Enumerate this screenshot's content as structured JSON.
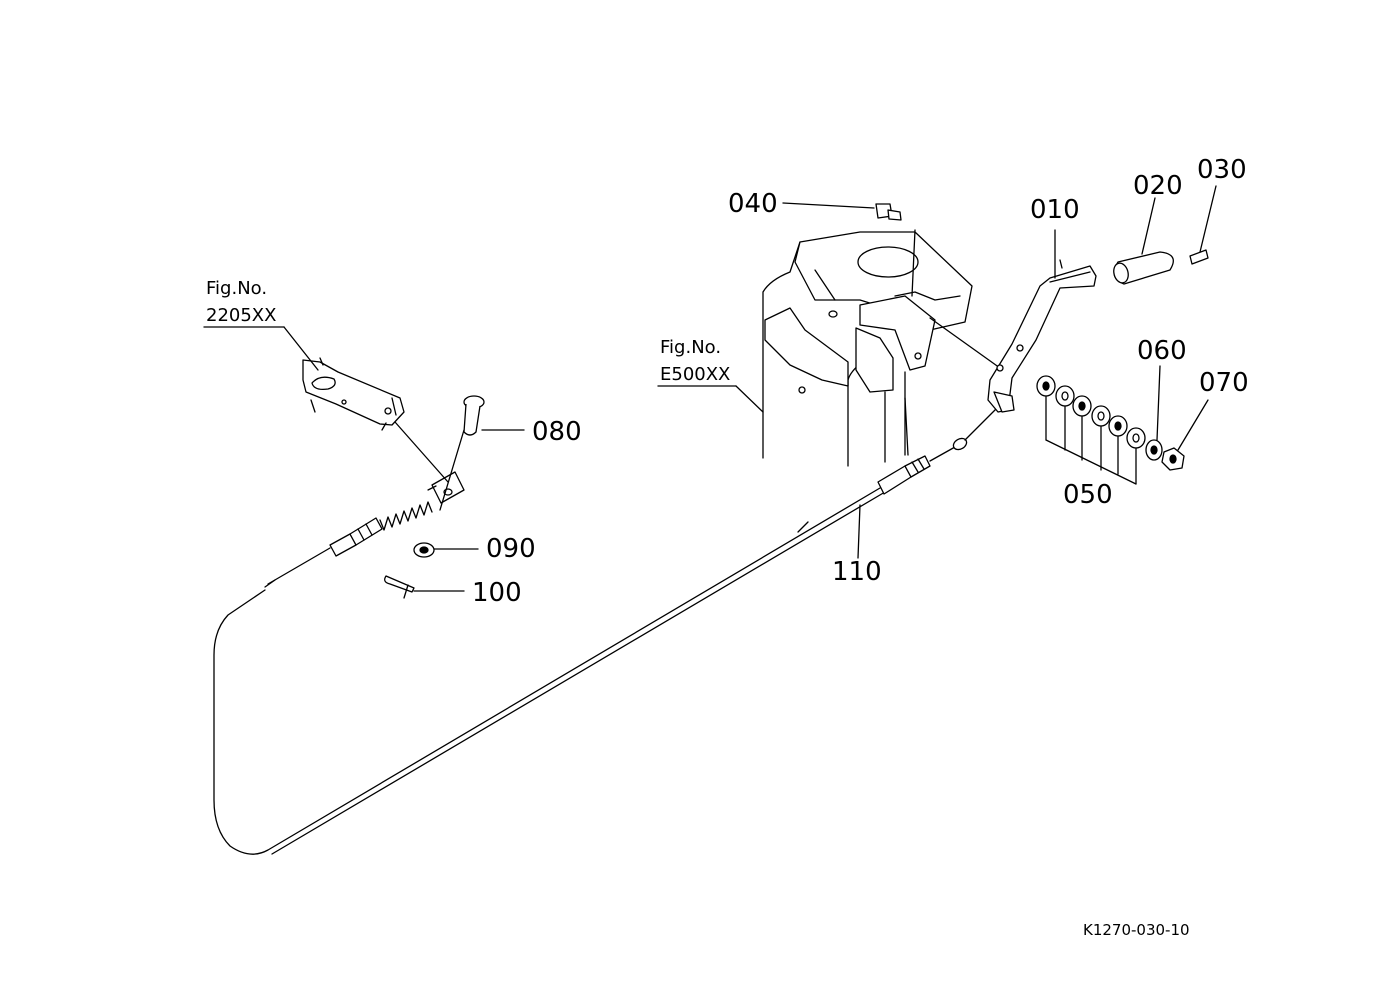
{
  "parts": [
    {
      "id": "010",
      "label": "010"
    },
    {
      "id": "020",
      "label": "020"
    },
    {
      "id": "030",
      "label": "030"
    },
    {
      "id": "040",
      "label": "040"
    },
    {
      "id": "050",
      "label": "050"
    },
    {
      "id": "060",
      "label": "060"
    },
    {
      "id": "070",
      "label": "070"
    },
    {
      "id": "080",
      "label": "080"
    },
    {
      "id": "090",
      "label": "090"
    },
    {
      "id": "100",
      "label": "100"
    },
    {
      "id": "110",
      "label": "110"
    }
  ],
  "figure_refs": [
    {
      "title": "Fig.No.",
      "number": "2205XX"
    },
    {
      "title": "Fig.No.",
      "number": "E500XX"
    }
  ],
  "drawing_number": "K1270-030-10"
}
